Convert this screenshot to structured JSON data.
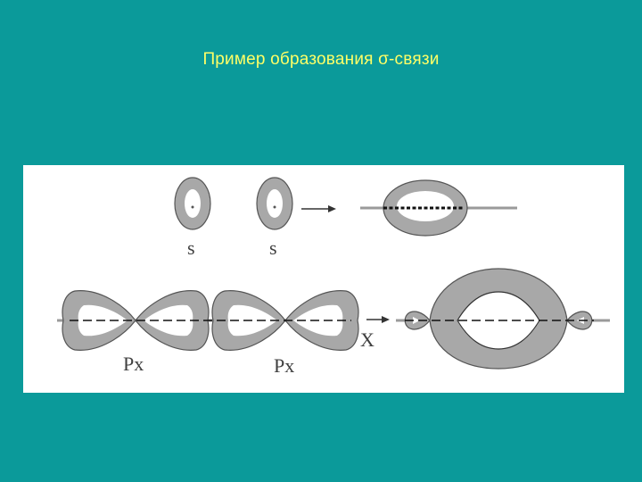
{
  "slide": {
    "title": "Пример образования σ-связи",
    "background_color": "#0b9a9a",
    "title_color": "#ffff66"
  },
  "diagram": {
    "orbital_fill_color": "#a8a8a8",
    "s_row": {
      "left_orbital_label": "s",
      "right_orbital_label": "s",
      "arrow": "right-arrow-icon"
    },
    "p_row": {
      "left_orbital_label": "Px",
      "right_orbital_label": "Px",
      "arrow": "right-arrow-icon",
      "axis_label": "X"
    }
  }
}
